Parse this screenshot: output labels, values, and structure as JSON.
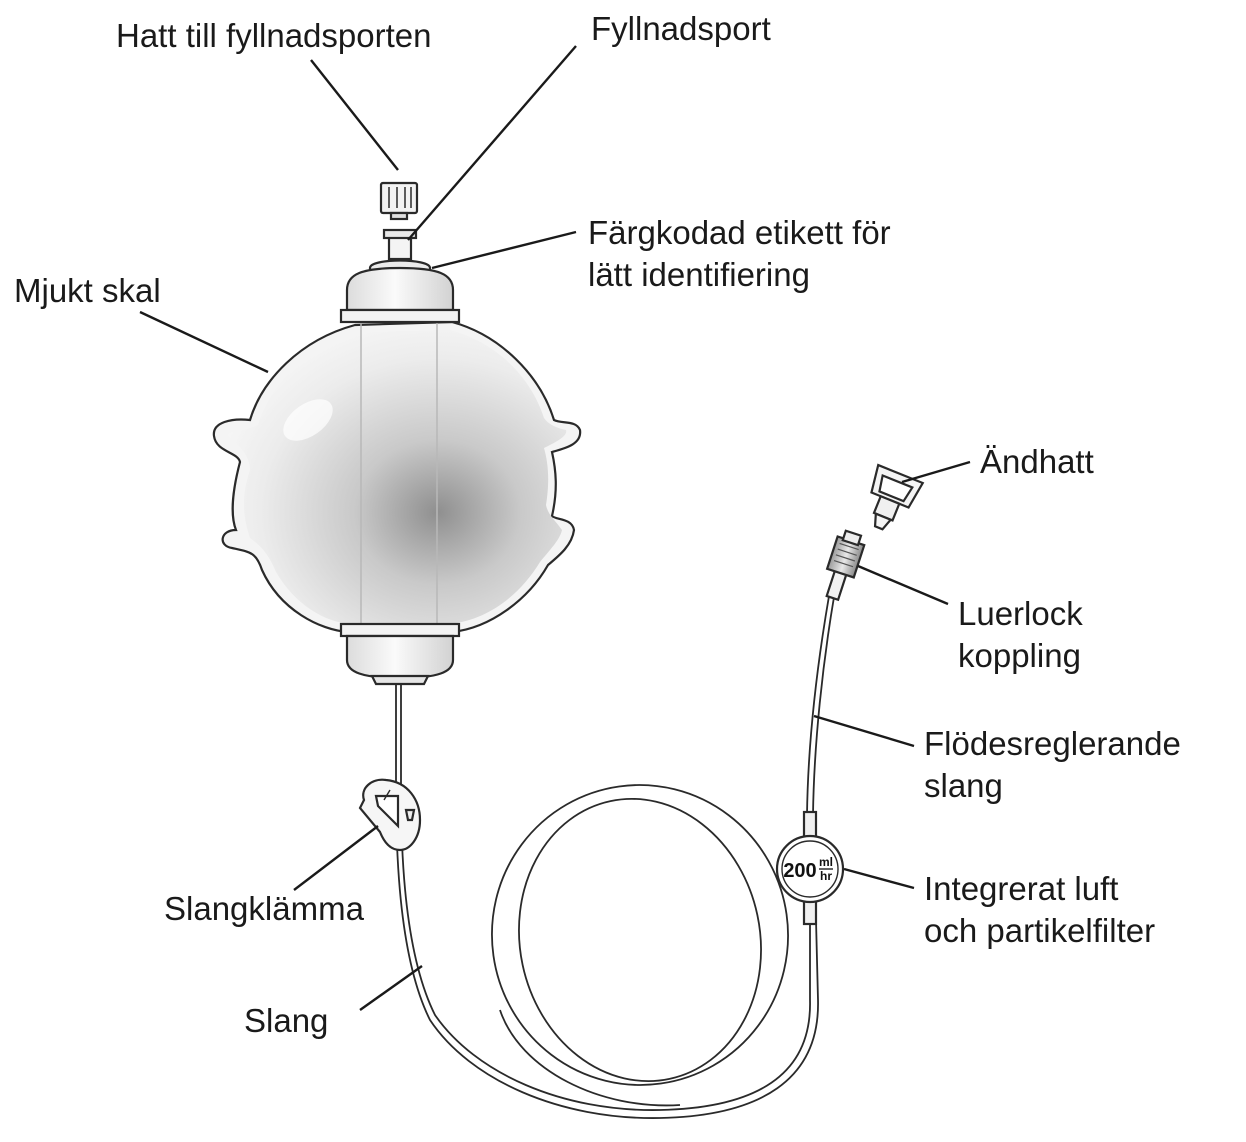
{
  "labels": {
    "fill_port_cap": "Hatt till fyllnadsporten",
    "fill_port": "Fyllnadsport",
    "color_label_line1": "Färgkodad etikett för",
    "color_label_line2": "lätt identifiering",
    "soft_shell": "Mjukt skal",
    "end_cap": "Ändhatt",
    "luer_line1": "Luerlock",
    "luer_line2": "koppling",
    "flow_tube_line1": "Flödesreglerande",
    "flow_tube_line2": "slang",
    "filter_line1": "Integrerat luft",
    "filter_line2": "och partikelfilter",
    "clamp": "Slangklämma",
    "tubing": "Slang"
  },
  "filter_badge": {
    "rate": "200",
    "unit_top": "ml",
    "unit_bottom": "hr"
  }
}
